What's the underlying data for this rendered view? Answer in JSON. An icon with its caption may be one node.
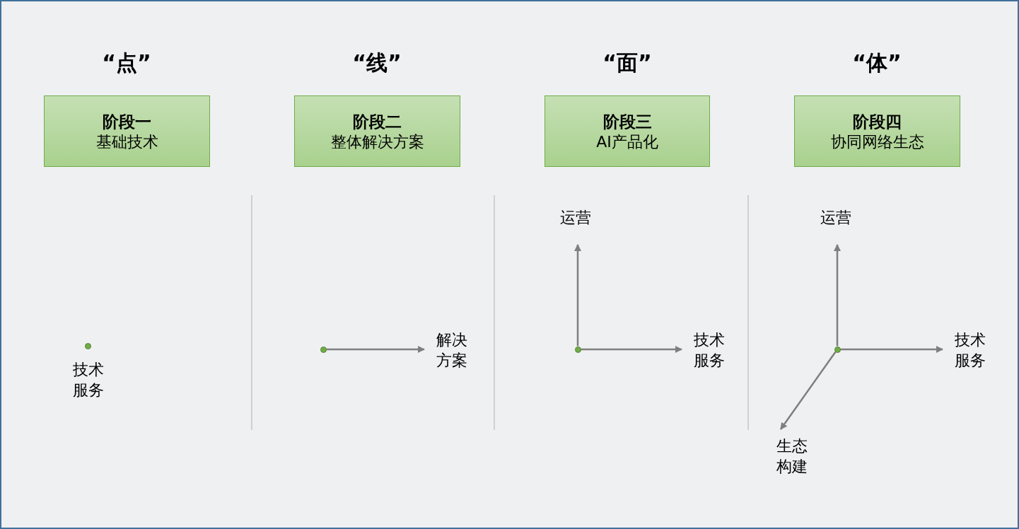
{
  "diagram": {
    "nodes": [
      {
        "text": [
          "阶段一",
          "基础技术"
        ]
      },
      {
        "text": [
          "阶段二",
          "整体解决方案"
        ]
      },
      {
        "text": [
          "阶段三",
          "AI产品化"
        ]
      },
      {
        "text": [
          "阶段四",
          "协同网络生态"
        ]
      },
      {
        "text": [],
        "shape": "circle",
        "beside": [
          "技术服务"
        ]
      },
      {
        "text": [],
        "shape": "circle"
      },
      {
        "text": [
          "解决方案"
        ]
      },
      {
        "text": [
          "运营"
        ]
      },
      {
        "text": [],
        "shape": "circle"
      },
      {
        "text": [
          "技术服务"
        ]
      },
      {
        "text": [
          "运营"
        ]
      },
      {
        "text": [],
        "shape": "circle"
      },
      {
        "text": [
          "技术服务"
        ]
      },
      {
        "text": [
          "生态构建"
        ]
      }
    ],
    "edges": [
      {
        "from": 5,
        "to": 6,
        "arrow": "to"
      },
      {
        "from": 8,
        "to": 7,
        "arrow": "to"
      },
      {
        "from": 8,
        "to": 9,
        "arrow": "to"
      },
      {
        "from": 11,
        "to": 10,
        "arrow": "to"
      },
      {
        "from": 11,
        "to": 12,
        "arrow": "to"
      },
      {
        "from": 11,
        "to": 13,
        "arrow": "to"
      }
    ],
    "labels": [
      "“点”",
      "“线”",
      "“面”",
      "“体”"
    ]
  }
}
